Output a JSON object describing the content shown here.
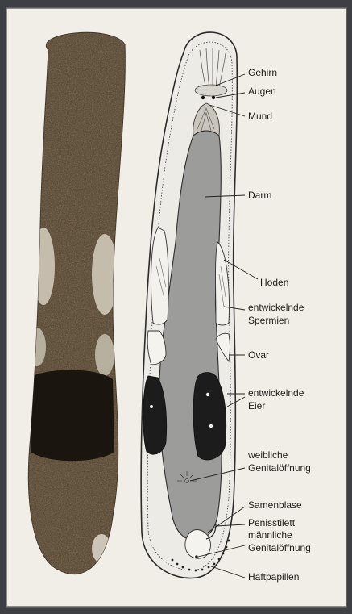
{
  "figure": {
    "labels": [
      {
        "id": "gehirn",
        "lines": [
          "Gehirn"
        ]
      },
      {
        "id": "augen",
        "lines": [
          "Augen"
        ]
      },
      {
        "id": "mund",
        "lines": [
          "Mund"
        ]
      },
      {
        "id": "darm",
        "lines": [
          "Darm"
        ]
      },
      {
        "id": "hoden",
        "lines": [
          "Hoden"
        ]
      },
      {
        "id": "spermien",
        "lines": [
          "entwickelnde",
          "Spermien"
        ]
      },
      {
        "id": "ovar",
        "lines": [
          "Ovar"
        ]
      },
      {
        "id": "eier",
        "lines": [
          "entwickelnde",
          "Eier"
        ]
      },
      {
        "id": "genital-weiblich",
        "lines": [
          "weibliche",
          "Genitalöffnung"
        ]
      },
      {
        "id": "samenblase",
        "lines": [
          "Samenblase"
        ]
      },
      {
        "id": "penisstilett",
        "lines": [
          "Penisstilett"
        ]
      },
      {
        "id": "genital-maennlich",
        "lines": [
          "männliche",
          "Genitalöffnung"
        ]
      },
      {
        "id": "haftpapillen",
        "lines": [
          "Haftpapillen"
        ]
      }
    ]
  }
}
